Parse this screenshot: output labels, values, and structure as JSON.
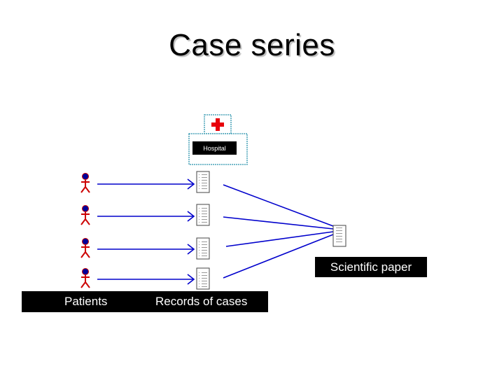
{
  "title": "Case series",
  "hospital": {
    "label": "Hospital"
  },
  "labels": {
    "patients": "Patients",
    "records": "Records of cases",
    "paper": "Scientific paper"
  },
  "patients_count": 4,
  "colors": {
    "arrow": "#0000cc",
    "figure_body": "#cc0000",
    "figure_head": "#000099",
    "cross": "#e8000b",
    "hospital_border": "#4aa3b8",
    "band": "#000000"
  },
  "icons": [
    "person-icon",
    "document-icon",
    "hospital-cross-icon"
  ]
}
